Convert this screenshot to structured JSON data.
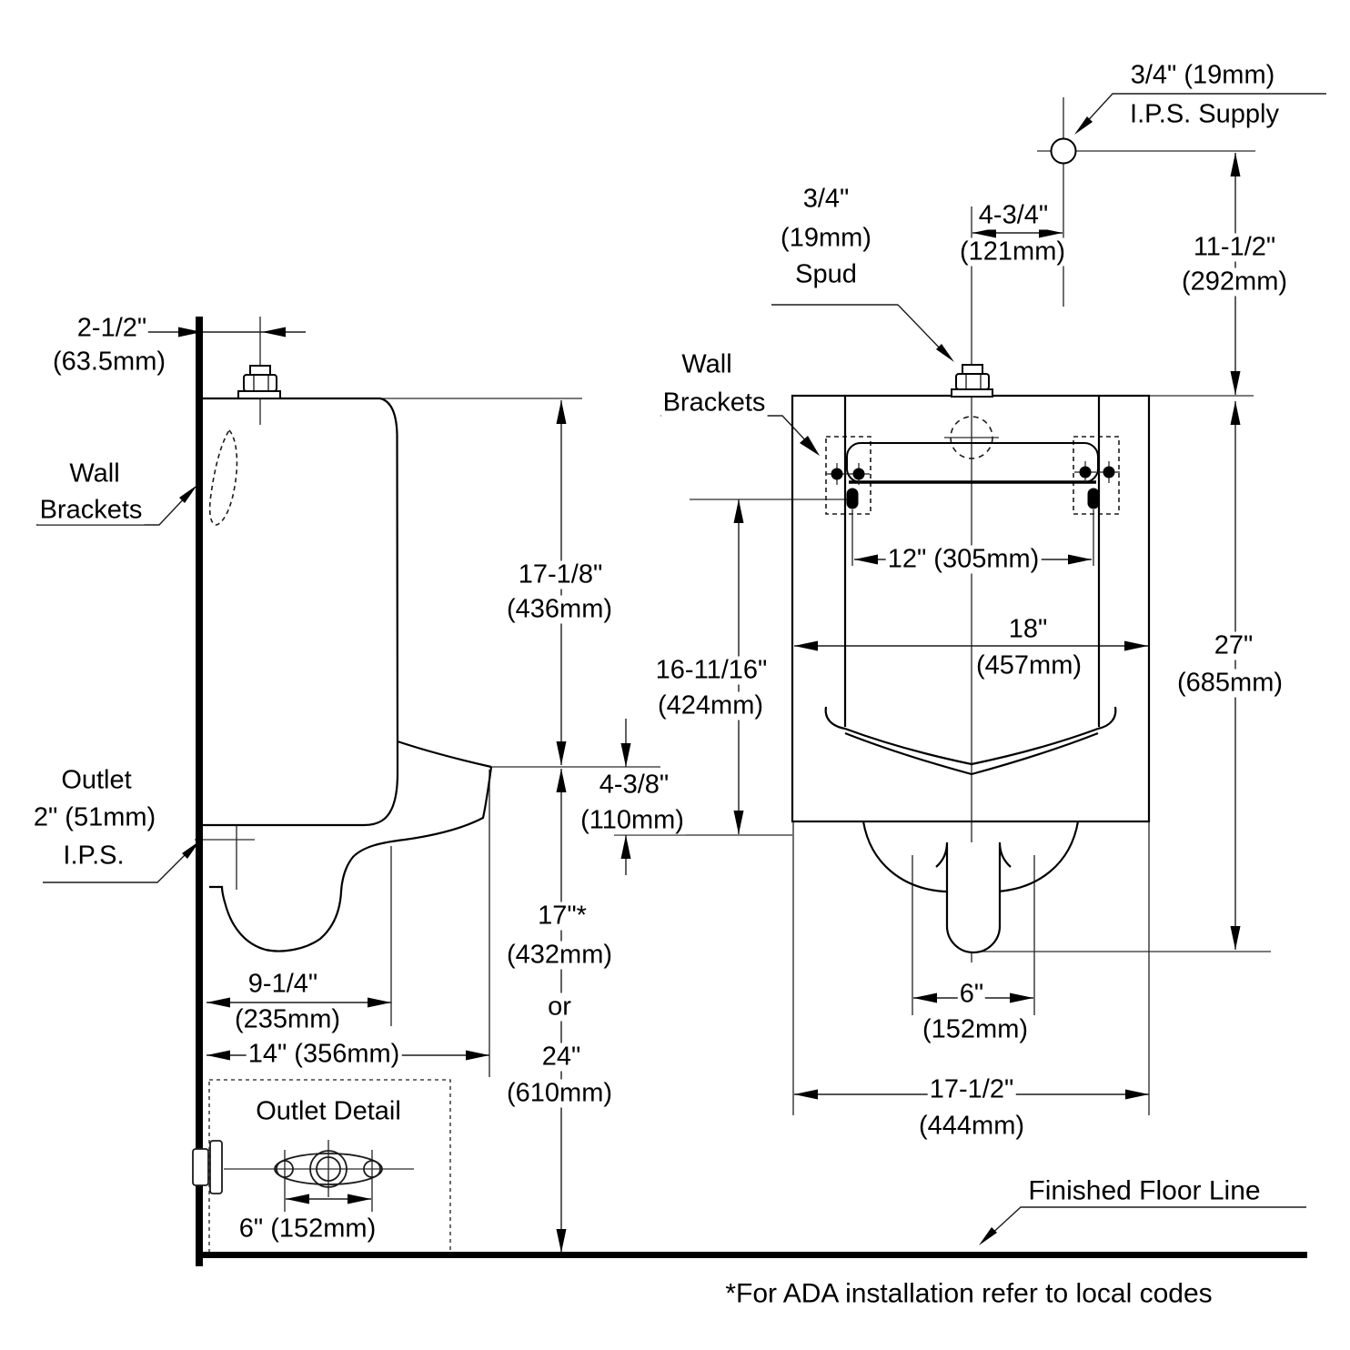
{
  "notes": {
    "supply_label": {
      "line1": "3/4\" (19mm)",
      "line2": "I.P.S. Supply"
    },
    "spud_label": {
      "line1": "3/4\"",
      "line2": "(19mm)",
      "line3": "Spud"
    },
    "wall_brackets_left": {
      "line1": "Wall",
      "line2": "Brackets"
    },
    "wall_brackets_right": {
      "line1": "Wall",
      "line2": "Brackets"
    },
    "outlet_label": {
      "line1": "Outlet",
      "line2": "2\" (51mm)",
      "line3": "I.P.S."
    },
    "outlet_detail_title": "Outlet Detail",
    "finished_floor": "Finished Floor Line",
    "ada_note": "*For ADA installation refer to local codes"
  },
  "dimensions": {
    "spud_setback": {
      "in": "2-1/2\"",
      "mm": "(63.5mm)"
    },
    "supply_offset": {
      "in": "4-3/4\"",
      "mm": "(121mm)"
    },
    "supply_height": {
      "in": "11-1/2\"",
      "mm": "(292mm)"
    },
    "top_to_rim": {
      "in": "17-1/8\"",
      "mm": "(436mm)"
    },
    "bracket_slot_spacing": "12\" (305mm)",
    "bracket_to_lip": {
      "in": "16-11/16\"",
      "mm": "(424mm)"
    },
    "overall_width": {
      "in": "18\"",
      "mm": "(457mm)"
    },
    "overall_height": {
      "in": "27\"",
      "mm": "(685mm)"
    },
    "lip_drop": {
      "in": "4-3/8\"",
      "mm": "(110mm)"
    },
    "body_depth": {
      "in": "9-1/4\"",
      "mm": "(235mm)"
    },
    "overall_depth": "14\" (356mm)",
    "rim_height": {
      "in1": "17\"*",
      "mm1": "(432mm)",
      "or": "or",
      "in2": "24\"",
      "mm2": "(610mm)"
    },
    "outlet_bolt_spacing": "6\" (152mm)",
    "outlet_width": {
      "in": "6\"",
      "mm": "(152mm)"
    },
    "bracket_width": {
      "in": "17-1/2\"",
      "mm": "(444mm)"
    }
  }
}
